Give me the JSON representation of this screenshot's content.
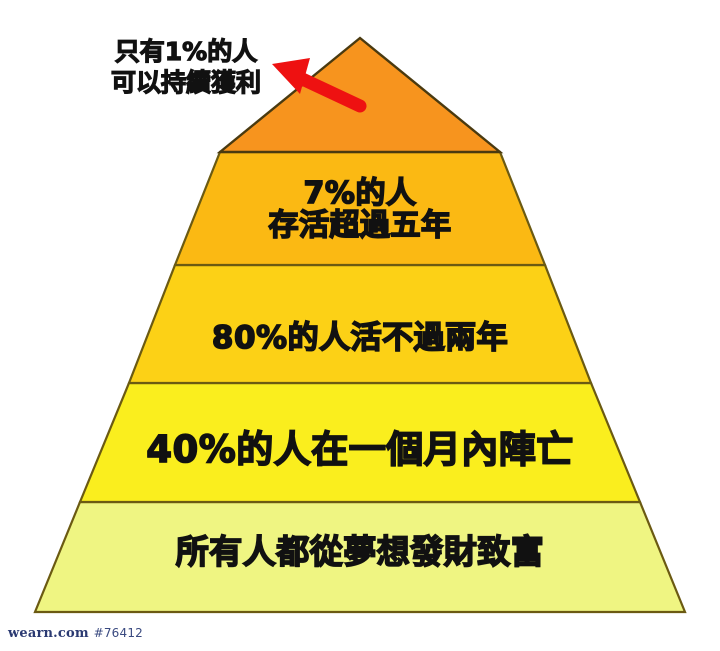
{
  "chart_data": {
    "type": "pie",
    "title": "",
    "subtitle": "",
    "xlabel": "",
    "ylabel": "",
    "legend_position": "none",
    "grid": false,
    "shape": "pyramid",
    "orientation": "apex-up",
    "categories": [
      "只有 1%的人可以持續獲利",
      "7%的人存活超過五年",
      "80%的人活不過兩年",
      "40%的人在一個月內陣亡",
      "所有人都從夢想發財致富"
    ],
    "values": [
      1,
      7,
      80,
      40,
      100
    ],
    "value_unit": "%",
    "levels": [
      {
        "index": 1,
        "position": "apex",
        "percent": 1,
        "percent_text": "1%",
        "color": "#F7941E",
        "label_lines": [
          "只有1%的人",
          "可以持續獲利"
        ],
        "label_placement": "external-left-callout"
      },
      {
        "index": 2,
        "position": "second",
        "percent": 7,
        "percent_text": "7%",
        "color": "#FBB913",
        "label_lines": [
          "7%的人",
          "存活超過五年"
        ],
        "label_placement": "inside"
      },
      {
        "index": 3,
        "position": "middle",
        "percent": 80,
        "percent_text": "80%",
        "color": "#FCD116",
        "label_lines": [
          "80%的人活不過兩年"
        ],
        "label_placement": "inside"
      },
      {
        "index": 4,
        "position": "fourth",
        "percent": 40,
        "percent_text": "40%",
        "color": "#FAEE1E",
        "label_lines": [
          "40%的人在一個月內陣亡"
        ],
        "label_placement": "inside"
      },
      {
        "index": 5,
        "position": "base",
        "percent": 100,
        "percent_text": "",
        "color": "#EFF582",
        "label_lines": [
          "所有人都從夢想發財致富"
        ],
        "label_placement": "inside"
      }
    ],
    "annotations": [
      {
        "name": "apex-callout",
        "lines": [
          "只有1%的人",
          "可以持續獲利"
        ],
        "arrow": {
          "color": "#EE1111",
          "direction": "up-left",
          "from": [
            362,
            107
          ],
          "to": [
            280,
            66
          ]
        }
      }
    ]
  },
  "callout": {
    "line1": "只有1%的人",
    "line2": "可以持續獲利"
  },
  "tiers": {
    "tier2": {
      "line1": "7%的人",
      "line2": "存活超過五年"
    },
    "tier3": {
      "line1": "80%的人活不過兩年"
    },
    "tier4": {
      "line1": "40%的人在一個月內陣亡"
    },
    "tier5": {
      "line1": "所有人都從夢想發財致富"
    }
  },
  "watermark": {
    "site": "wearn.com",
    "id": "#76412"
  },
  "colors": {
    "tier1": "#F7941E",
    "tier2": "#FBB913",
    "tier3": "#FCD116",
    "tier4": "#FAEE1E",
    "tier5": "#EFF582",
    "outline": "#6B5A12",
    "arrow": "#EE1111",
    "text": "#111111",
    "background": "#FFFFFF",
    "watermark": "#2B3A72"
  }
}
